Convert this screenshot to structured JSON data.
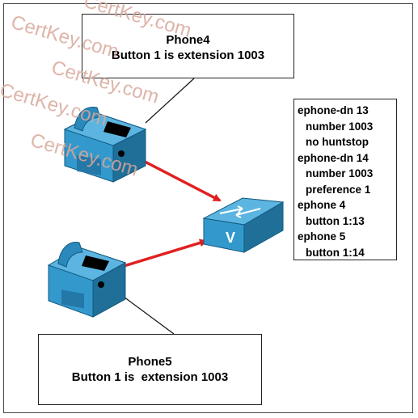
{
  "diagram": {
    "phone4_callout": {
      "title": "Phone4",
      "line": "Button 1 is extension 1003"
    },
    "phone5_callout": {
      "title": "Phone5",
      "line": "Button 1 is  extension 1003"
    },
    "config_lines": [
      {
        "text": "ephone-dn 13",
        "indent": false
      },
      {
        "text": "number 1003",
        "indent": true
      },
      {
        "text": "no huntstop",
        "indent": true
      },
      {
        "text": "ephone-dn 14",
        "indent": false
      },
      {
        "text": "number 1003",
        "indent": true
      },
      {
        "text": "preference 1",
        "indent": true
      },
      {
        "text": "ephone 4",
        "indent": false
      },
      {
        "text": "button 1:13",
        "indent": true
      },
      {
        "text": "ephone 5",
        "indent": false
      },
      {
        "text": "button 1:14",
        "indent": true
      }
    ],
    "switch_label": "V",
    "watermark": "CertKey.com",
    "colors": {
      "device": "#3399cc",
      "device_dark": "#1f6f99",
      "link": "#e02020",
      "watermark": "#d9a79a"
    }
  }
}
